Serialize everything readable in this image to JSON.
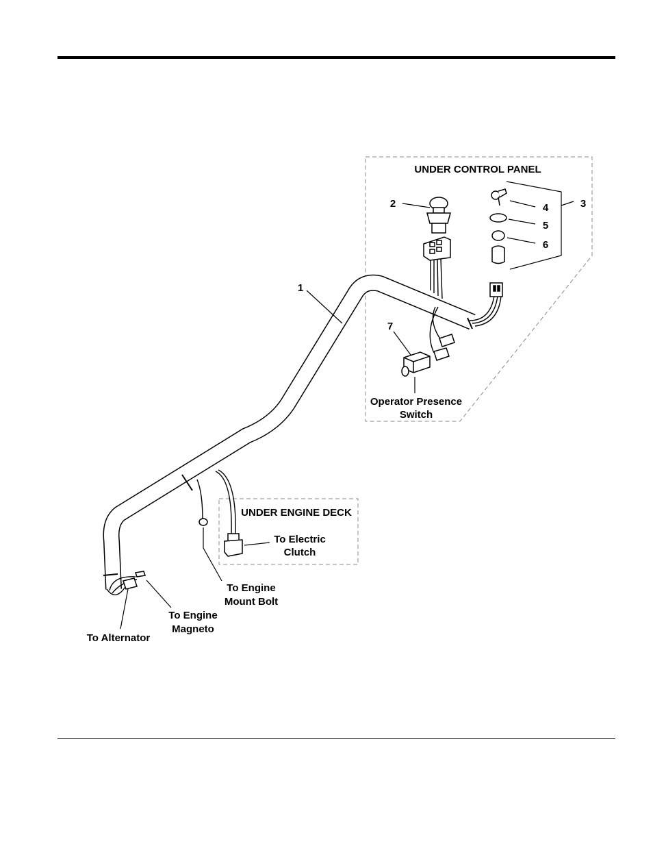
{
  "header_rule_color": "#000000",
  "panels": {
    "control_panel_title": "UNDER CONTROL PANEL",
    "engine_deck_title": "UNDER ENGINE DECK"
  },
  "callouts": {
    "c1": "1",
    "c2": "2",
    "c3": "3",
    "c4": "4",
    "c5": "5",
    "c6": "6",
    "c7": "7"
  },
  "labels": {
    "operator_presence_line1": "Operator Presence",
    "operator_presence_line2": "Switch",
    "electric_clutch_line1": "To Electric",
    "electric_clutch_line2": "Clutch",
    "engine_mount_line1": "To Engine",
    "engine_mount_line2": "Mount Bolt",
    "engine_magneto_line1": "To Engine",
    "engine_magneto_line2": "Magneto",
    "alternator": "To Alternator"
  }
}
